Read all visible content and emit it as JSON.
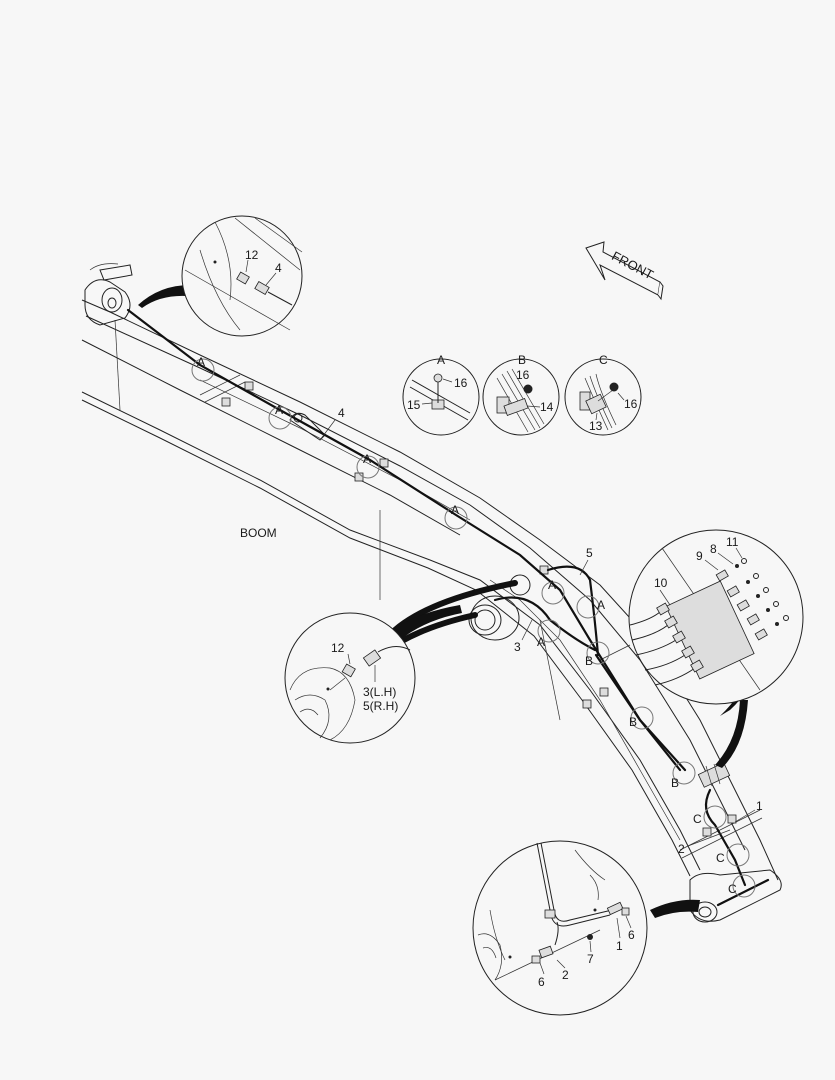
{
  "diagram": {
    "title_label": "BOOM",
    "direction_label": "FRONT",
    "background_color": "#f7f7f7",
    "line_color": "#222222",
    "part_callouts": {
      "main": [
        {
          "id": "1",
          "label": "1"
        },
        {
          "id": "2",
          "label": "2"
        },
        {
          "id": "3",
          "label": "3"
        },
        {
          "id": "4",
          "label": "4"
        },
        {
          "id": "5",
          "label": "5"
        }
      ],
      "clamp_markers": [
        "A",
        "B",
        "C"
      ]
    },
    "detail_views": {
      "top_left": {
        "labels": [
          "12",
          "4"
        ]
      },
      "detail_A": {
        "title": "A",
        "labels": [
          "16",
          "15"
        ]
      },
      "detail_B": {
        "title": "B",
        "labels": [
          "16",
          "14"
        ]
      },
      "detail_C": {
        "title": "C",
        "labels": [
          "16",
          "13"
        ]
      },
      "mid_left": {
        "labels": [
          "12",
          "3(L.H)",
          "5(R.H)"
        ]
      },
      "right_manifold": {
        "labels": [
          "9",
          "8",
          "11",
          "10"
        ]
      },
      "bottom": {
        "labels": [
          "1",
          "6",
          "7",
          "2",
          "6"
        ]
      }
    }
  }
}
